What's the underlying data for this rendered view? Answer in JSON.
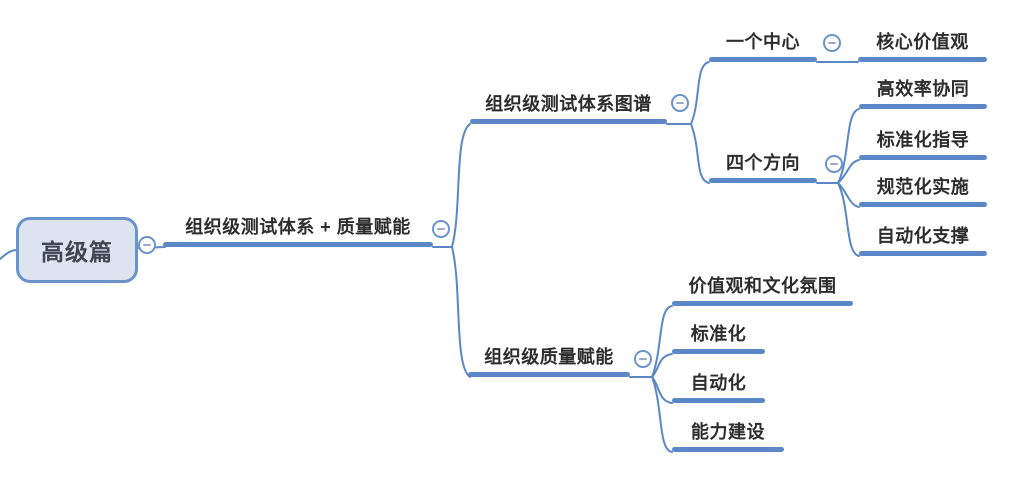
{
  "palette": {
    "background": "#ffffff",
    "line_blue": "#5b87c6",
    "root_fill": "#dde4ef",
    "root_border": "#6a93cc",
    "text_dark": "#2d2d2d",
    "root_text": "#3d4654",
    "collapse_ring": "#6a93cc",
    "collapse_minus": "#9aa9cf"
  },
  "icons": {
    "collapse": "minus-in-circle"
  },
  "mindmap": {
    "root": {
      "label": "高级篇"
    },
    "main": {
      "label": "组织级测试体系 + 质量赋能",
      "children": [
        {
          "label": "组织级测试体系图谱",
          "children": [
            {
              "label": "一个中心",
              "children": [
                {
                  "label": "核心价值观"
                }
              ]
            },
            {
              "label": "四个方向",
              "children": [
                {
                  "label": "高效率协同"
                },
                {
                  "label": "标准化指导"
                },
                {
                  "label": "规范化实施"
                },
                {
                  "label": "自动化支撑"
                }
              ]
            }
          ]
        },
        {
          "label": "组织级质量赋能",
          "children": [
            {
              "label": "价值观和文化氛围"
            },
            {
              "label": "标准化"
            },
            {
              "label": "自动化"
            },
            {
              "label": "能力建设"
            }
          ]
        }
      ]
    }
  }
}
